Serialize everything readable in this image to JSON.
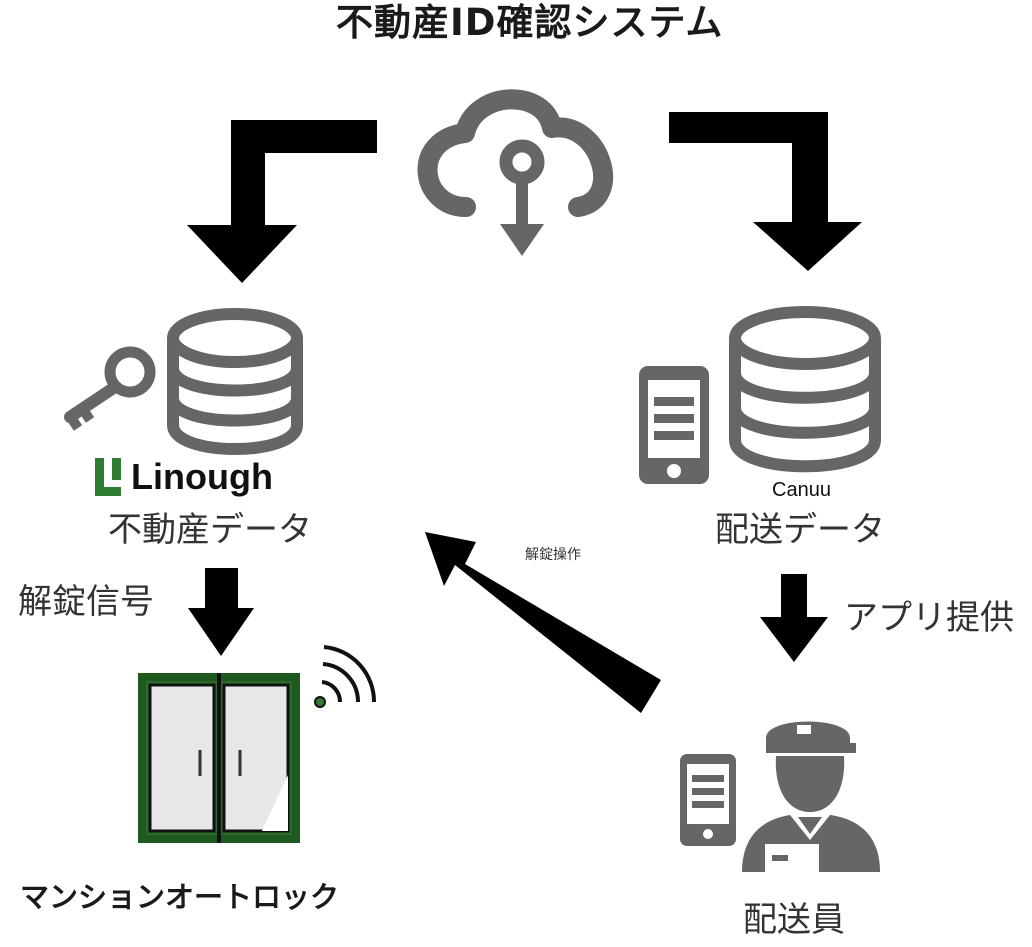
{
  "title": "不動産ID確認システム",
  "nodes": {
    "real_estate": {
      "brand": "Linough",
      "label": "不動産データ"
    },
    "delivery": {
      "brand": "Canuu",
      "label": "配送データ"
    },
    "door": {
      "label": "マンションオートロック"
    },
    "courier": {
      "label": "配送員"
    }
  },
  "edges": {
    "unlock_signal": "解錠信号",
    "unlock_operation": "解錠操作",
    "app_provision": "アプリ提供"
  },
  "colors": {
    "icon_gray": "#666666",
    "arrow": "#000000",
    "door_green": "#1e5a1e",
    "linough_green": "#2e7d32"
  }
}
